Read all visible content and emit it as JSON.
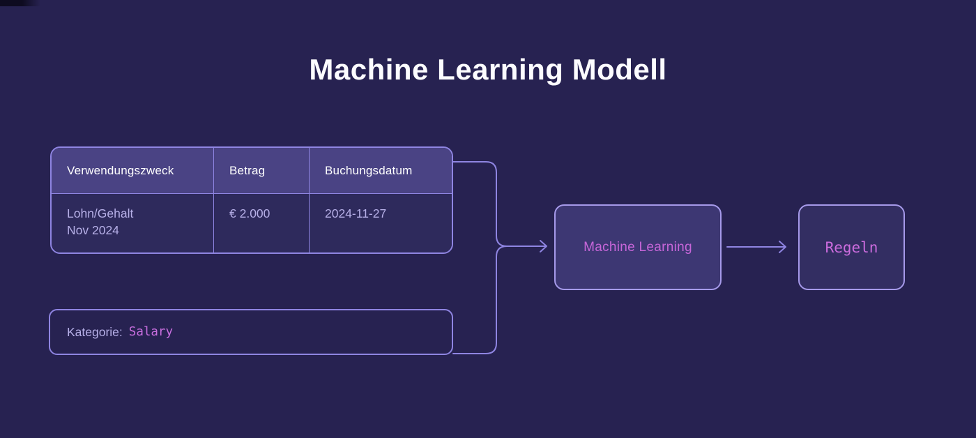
{
  "title": "Machine Learning Modell",
  "table": {
    "headers": [
      "Verwendungszweck",
      "Betrag",
      "Buchungsdatum"
    ],
    "rows": [
      {
        "verwendungszweck": "Lohn/Gehalt\nNov 2024",
        "betrag": "€ 2.000",
        "buchungsdatum": "2024-11-27"
      }
    ]
  },
  "category": {
    "label": "Kategorie:",
    "value": "Salary"
  },
  "nodes": {
    "machine_learning": "Machine Learning",
    "rules": "Regeln"
  },
  "colors": {
    "background": "#272251",
    "line": "#8f85e2",
    "table_header_fill": "#4a4384",
    "table_body_fill": "#2e2a5c",
    "ml_node_fill": "#3d3773",
    "rules_node_fill": "#332e62",
    "node_border": "#a69aea",
    "magenta_text": "#c766d9",
    "lavender_text": "#b7b0e8",
    "white_text": "#fcfcff"
  }
}
